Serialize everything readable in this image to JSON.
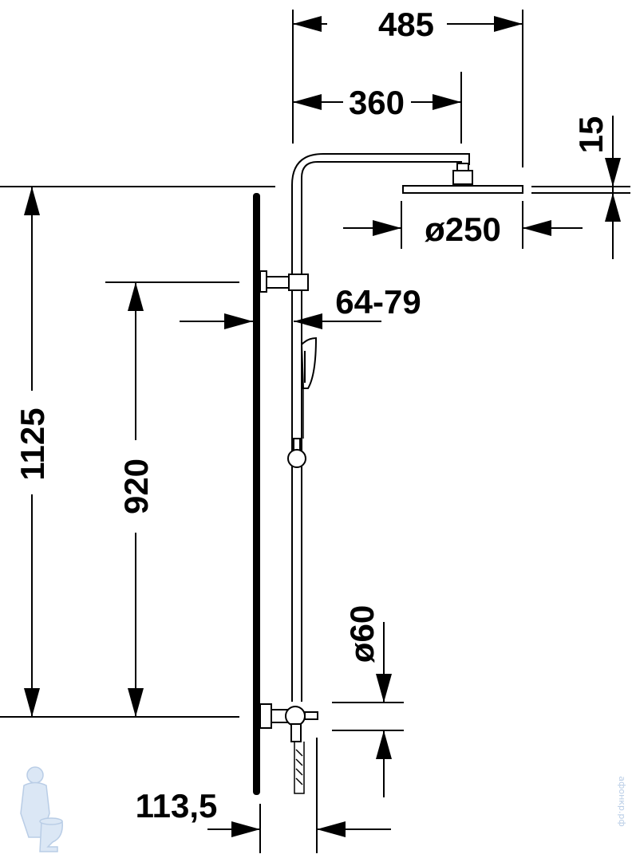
{
  "dimensions": {
    "overall_width": "485",
    "arm_length": "360",
    "head_thickness": "15",
    "head_diameter": "ø250",
    "wall_distance": "64-79",
    "total_height": "1125",
    "mixer_to_bracket": "920",
    "mixer_diameter": "ø60",
    "mixer_projection": "113,5"
  },
  "watermark": {
    "text": "афонкр.рф"
  },
  "colors": {
    "line": "#000000",
    "background": "#ffffff",
    "watermark": "#b9cde6"
  }
}
